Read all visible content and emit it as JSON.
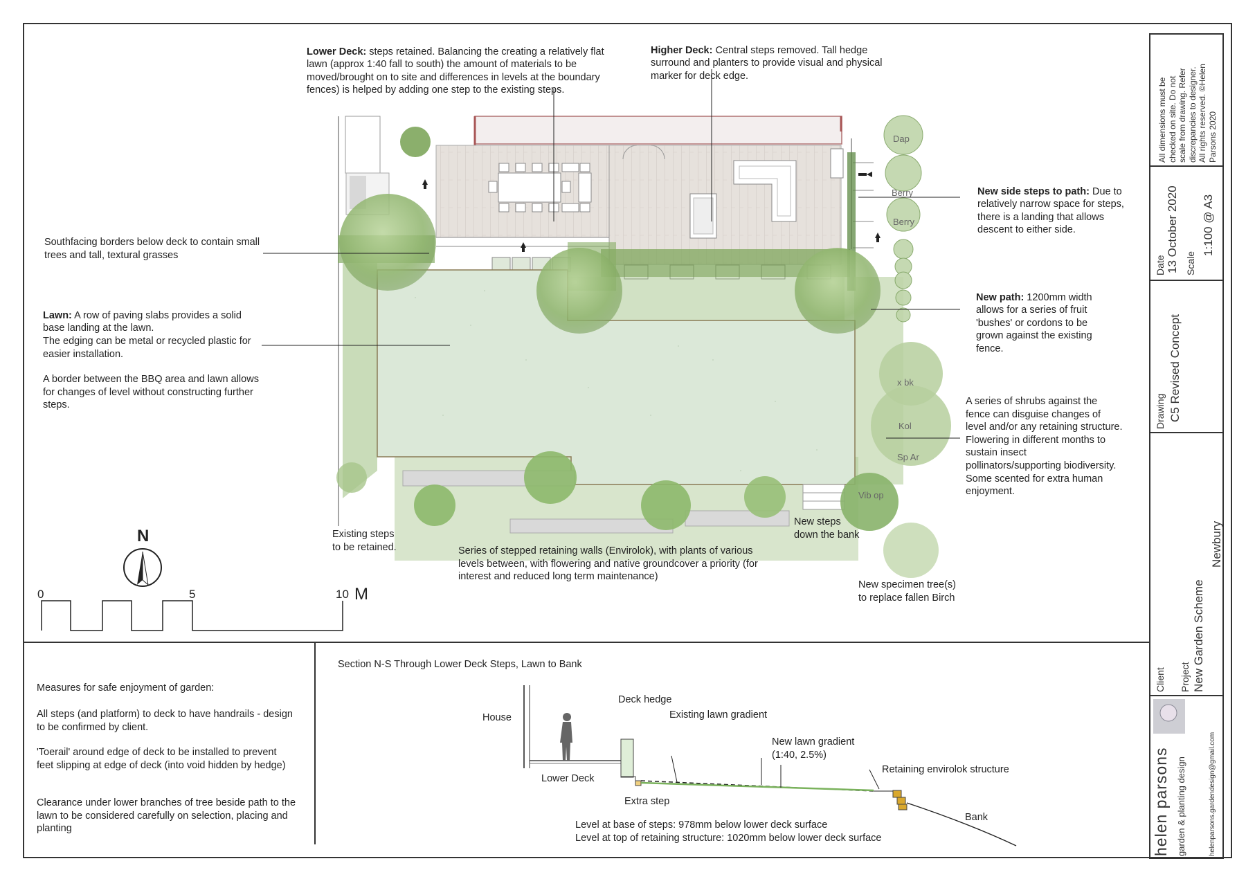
{
  "notes": {
    "lower_deck": {
      "head": "Lower Deck:",
      "body": " steps retained.   Balancing the creating a relatively flat lawn (approx 1:40 fall to south) the amount of materials to be moved/brought on to site and differences in levels at the boundary fences) is helped by adding one step to the existing steps."
    },
    "higher_deck": {
      "head": "Higher Deck:",
      "body": " Central steps removed.   Tall hedge surround and planters to provide visual and physical marker for deck edge."
    },
    "side_steps": {
      "head": "New side steps to path:",
      "body": " Due to relatively narrow space for steps, there is a landing that allows descent to either side."
    },
    "new_path": {
      "head": "New path:",
      "body": " 1200mm width allows for a series of fruit 'bushes' or cordons to be grown against the existing fence."
    },
    "shrubs": "A series of shrubs against the fence can disguise changes of level and/or any retaining structure.   Flowering in different months to sustain insect pollinators/supporting biodiversity. Some scented for extra human enjoyment.",
    "south_borders": "Southfacing borders below deck to contain small trees and tall, textural grasses",
    "lawn": {
      "head": "Lawn:",
      "body": "  A row of paving slabs provides a solid base landing at the lawn."
    },
    "edging": "The edging can be metal or recycled plastic for easier installation.",
    "bbq": "A border between the BBQ area and lawn allows for changes of level without constructing further steps.",
    "existing_steps": "Existing steps\nto be retained.",
    "retaining_walls": "Series of stepped retaining walls (Envirolok), with plants of various levels between, with flowering and native groundcover a priority (for interest and reduced long term maintenance)",
    "new_steps": "New steps\ndown the bank",
    "specimen_tree": "New specimen tree(s)\nto replace fallen Birch"
  },
  "plan_labels": [
    "Dap",
    "Berry",
    "Berry",
    "x bk",
    "Kol",
    "Sp Ar",
    "Vib op"
  ],
  "scale_bar": {
    "zero": "0",
    "five": "5",
    "ten": "10",
    "unit": "M"
  },
  "north": "N",
  "measures": {
    "title": "Measures for safe enjoyment of garden:",
    "items": [
      "All steps (and platform) to deck to have handrails - design to be confirmed by client.",
      "'Toerail' around edge of deck to be installed to prevent feet slipping at edge of deck (into void hidden by hedge)",
      "Clearance under lower branches of tree beside path to the lawn to be considered carefully on selection, placing and planting"
    ]
  },
  "section": {
    "title": "Section N-S Through Lower Deck Steps, Lawn to Bank",
    "house": "House",
    "deck_hedge": "Deck hedge",
    "existing_gradient": "Existing lawn gradient",
    "new_gradient": "New lawn gradient\n(1:40, 2.5%)",
    "retaining": "Retaining envirolok structure",
    "lower_deck": "Lower Deck",
    "extra_step": "Extra step",
    "bank": "Bank",
    "level_base": "Level at base of steps: 978mm below lower deck surface",
    "level_top": "Level at top of retaining structure: 1020mm below lower deck surface"
  },
  "title_block": {
    "disclaimer": [
      "All dimensions must be",
      "checked on site.   Do not",
      "scale from drawing.  Refer",
      "discrepancies to designer.",
      "All rights reserved.  ©Helen",
      "Parsons 2020"
    ],
    "date_label": "Date",
    "date": "13 October 2020",
    "scale_label": "Scale",
    "scale": "1:100 @ A3",
    "drawing_label": "Drawing",
    "drawing": "C5 Revised Concept",
    "project_label": "Project",
    "project": "New Garden Scheme",
    "location": "Newbury",
    "client_label": "Client",
    "brand": "helen parsons",
    "brand_sub": "garden & planting design",
    "email": "helenparsons.gardendesign@gmail.com"
  }
}
